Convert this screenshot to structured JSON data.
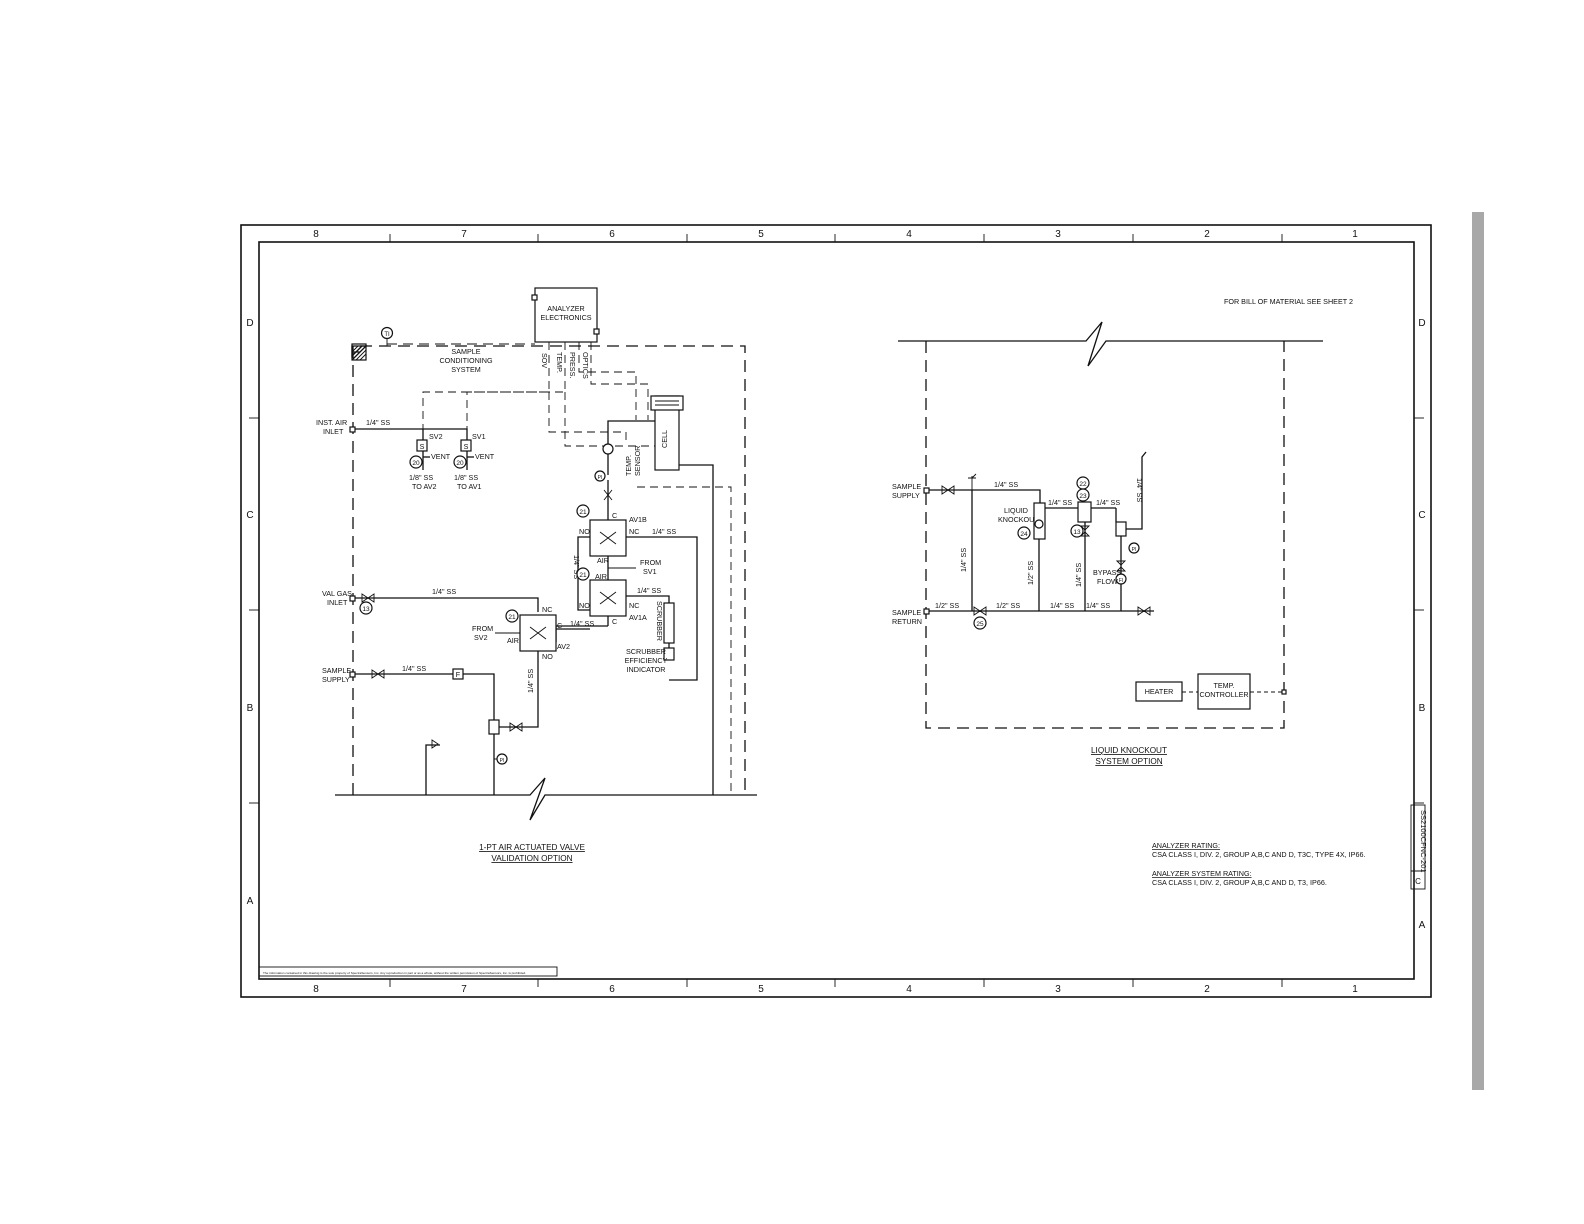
{
  "border": {
    "cols": [
      "8",
      "7",
      "6",
      "5",
      "4",
      "3",
      "2",
      "1"
    ],
    "rows_left": [
      "D",
      "C",
      "B",
      "A"
    ],
    "rows_right": [
      "D",
      "C",
      "B",
      "A"
    ]
  },
  "notes": {
    "bom": "FOR BILL OF MATERIAL SEE SHEET 2",
    "rating1_title": "ANALYZER RATING:",
    "rating1_text": "CSA CLASS I, DIV. 2, GROUP A,B,C AND D, T3C, TYPE 4X, IP66.",
    "rating2_title": "ANALYZER SYSTEM RATING:",
    "rating2_text": "CSA CLASS I, DIV. 2, GROUP A,B,C AND D, T3, IP66.",
    "disclaimer": "The information contained in this drawing is the sole property of SpectraSensors, Inc. Any reproduction in part or as a whole, without the written permission of SpectraSensors, Inc. is prohibited.",
    "drawing_number": "SS2100CFNC-201",
    "revision": "C"
  },
  "left_diagram": {
    "title1": "1-PT AIR ACTUATED VALVE",
    "title2": "VALIDATION OPTION",
    "analyzer1": "ANALYZER",
    "analyzer2": "ELECTRONICS",
    "scs1": "SAMPLE",
    "scs2": "CONDITIONING",
    "scs3": "SYSTEM",
    "ti": "TI",
    "signals": [
      "SOV",
      "TEMP.",
      "PRESS.",
      "OPTICS"
    ],
    "inst_air1": "INST. AIR",
    "inst_air2": "INLET",
    "pipe_14ss": "1/4\" SS",
    "sv2": "SV2",
    "sv1": "SV1",
    "s": "S",
    "vent": "VENT",
    "tag20": "20",
    "sv2_out1": "1/8\" SS",
    "sv2_out2": "TO AV2",
    "sv1_out1": "1/8\" SS",
    "sv1_out2": "TO AV1",
    "cell": "CELL",
    "temp_sensor1": "TEMP.",
    "temp_sensor2": "SENSOR",
    "pi": "PI",
    "tag21": "21",
    "c": "C",
    "no": "NO",
    "nc": "NC",
    "air": "AIR",
    "av1b": "AV1B",
    "av1a": "AV1A",
    "av2": "AV2",
    "from_sv1_1": "FROM",
    "from_sv1_2": "SV1",
    "from_sv2_1": "FROM",
    "from_sv2_2": "SV2",
    "val_gas1": "VAL GAS",
    "val_gas2": "INLET",
    "tag13": "13",
    "scrubber": "SCRUBBER",
    "scrub_ind1": "SCRUBBER",
    "scrub_ind2": "EFFICIENCY",
    "scrub_ind3": "INDICATOR",
    "sample_supply1": "SAMPLE",
    "sample_supply2": "SUPPLY",
    "filter": "F"
  },
  "right_diagram": {
    "title1": "LIQUID KNOCKOUT",
    "title2": "SYSTEM OPTION",
    "sample_supply1": "SAMPLE",
    "sample_supply2": "SUPPLY",
    "sample_return1": "SAMPLE",
    "sample_return2": "RETURN",
    "liquid_ko1": "LIQUID",
    "liquid_ko2": "KNOCKOUT",
    "pipe_14ss": "1/4\" SS",
    "pipe_12ss": "1/2\" SS",
    "tag22": "22",
    "tag23": "23",
    "tag24": "24",
    "tag13": "13",
    "tag25": "25",
    "bypass1": "BYPASS",
    "bypass2": "FLOW",
    "fi": "FI",
    "pi": "PI",
    "heater": "HEATER",
    "temp_ctrl1": "TEMP.",
    "temp_ctrl2": "CONTROLLER"
  }
}
